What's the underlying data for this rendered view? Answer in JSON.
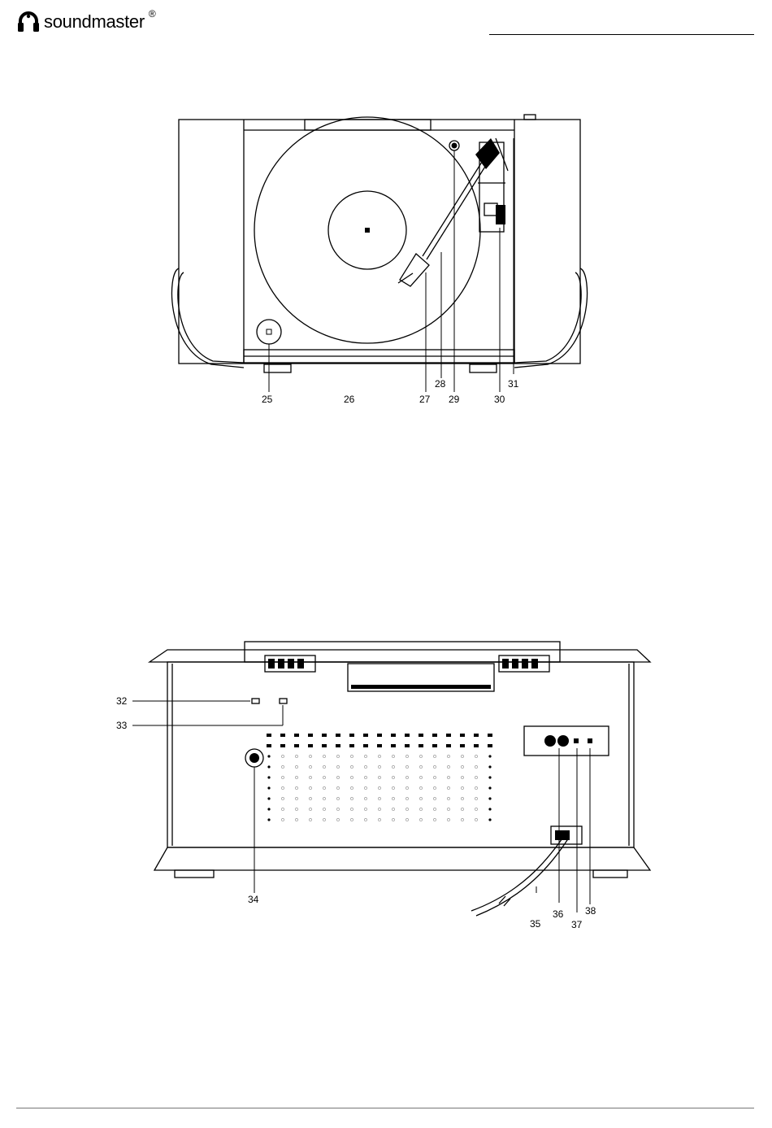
{
  "header": {
    "brand": "soundmaster",
    "registered_mark": "®",
    "logo_icon": "headphone-logo-icon"
  },
  "top_view": {
    "callouts": [
      "25",
      "26",
      "27",
      "28",
      "29",
      "30",
      "31"
    ]
  },
  "rear_view": {
    "callouts": [
      "32",
      "33",
      "34",
      "35",
      "36",
      "37",
      "38"
    ]
  }
}
